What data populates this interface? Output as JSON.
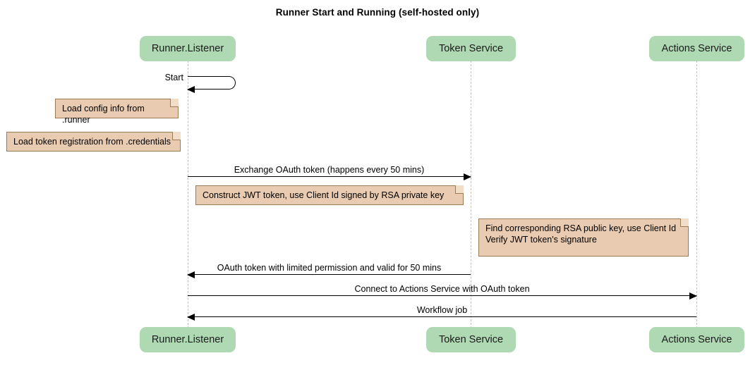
{
  "diagram": {
    "title": "Runner Start and Running (self-hosted only)",
    "colors": {
      "participant_fill": "#aed9b2",
      "note_fill": "#e8cbb0",
      "note_border": "#9a7b55",
      "lifeline": "#bfbfbf",
      "arrow": "#000000"
    }
  },
  "participants": [
    {
      "id": "runner",
      "label": "Runner.Listener"
    },
    {
      "id": "token",
      "label": "Token Service"
    },
    {
      "id": "actions",
      "label": "Actions Service"
    }
  ],
  "self_messages": [
    {
      "id": "start",
      "label": "Start",
      "from": "runner",
      "to": "runner"
    }
  ],
  "notes": [
    {
      "id": "note-load-config",
      "text": "Load config info from .runner"
    },
    {
      "id": "note-load-token",
      "text": "Load token registration from .credentials"
    },
    {
      "id": "note-construct-jwt",
      "text": "Construct JWT token, use Client Id signed by RSA private key"
    },
    {
      "id": "note-verify-jwt",
      "text": "Find corresponding RSA public key, use Client Id\nVerify JWT token's signature"
    }
  ],
  "messages": [
    {
      "id": "msg-exchange-oauth",
      "label": "Exchange OAuth token (happens every 50 mins)",
      "from": "runner",
      "to": "token",
      "direction": "right"
    },
    {
      "id": "msg-oauth-token-return",
      "label": "OAuth token with limited permission and valid for 50 mins",
      "from": "token",
      "to": "runner",
      "direction": "left"
    },
    {
      "id": "msg-connect-actions",
      "label": "Connect to Actions Service with OAuth token",
      "from": "runner",
      "to": "actions",
      "direction": "right"
    },
    {
      "id": "msg-workflow-job",
      "label": "Workflow job",
      "from": "actions",
      "to": "runner",
      "direction": "left"
    }
  ]
}
